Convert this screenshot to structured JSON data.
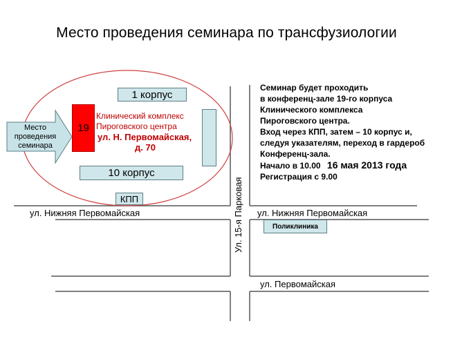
{
  "title": "Место проведения семинара  по трансфузиологии",
  "buildings": {
    "korpus_1": "1 корпус",
    "korpus_10": "10 корпус",
    "korpus_19": "19",
    "kpp": "КПП"
  },
  "complex_label": {
    "line1": "Клинический комплекс",
    "line2": "Пироговского центра",
    "line3": "ул. Н. Первомайская,",
    "line4": "д. 70"
  },
  "arrow_label": {
    "line1": "Место",
    "line2": "проведения",
    "line3": "семинара"
  },
  "info": {
    "line1": "Семинар будет проходить",
    "line2": "в конференц-зале 19-го корпуса",
    "line3": "Клинического комплекса",
    "line4": "Пироговского центра.",
    "line5": "Вход через КПП, затем – 10 корпус и,",
    "line6": "следуя указателям, переход в гардероб",
    "line7": "Конференц-зала.",
    "start": "Начало в 10.00",
    "date": "16 мая 2013 года",
    "registration": "Регистрация с 9.00"
  },
  "streets": {
    "nizhnyaya_left": "ул. Нижняя Первомайская",
    "nizhnyaya_right": "ул. Нижняя Первомайская",
    "parkovaya": "Ул. 15-я Парковая",
    "pervomaiskaya": "ул. Первомайская"
  },
  "poi": {
    "clinic": "Поликлиника"
  },
  "colors": {
    "building_fill": "#cfe6ea",
    "building_19": "#ff0000",
    "complex_text": "#c00000",
    "zone_outline": "#d04040",
    "arrow_fill": "#c7e3e8"
  }
}
